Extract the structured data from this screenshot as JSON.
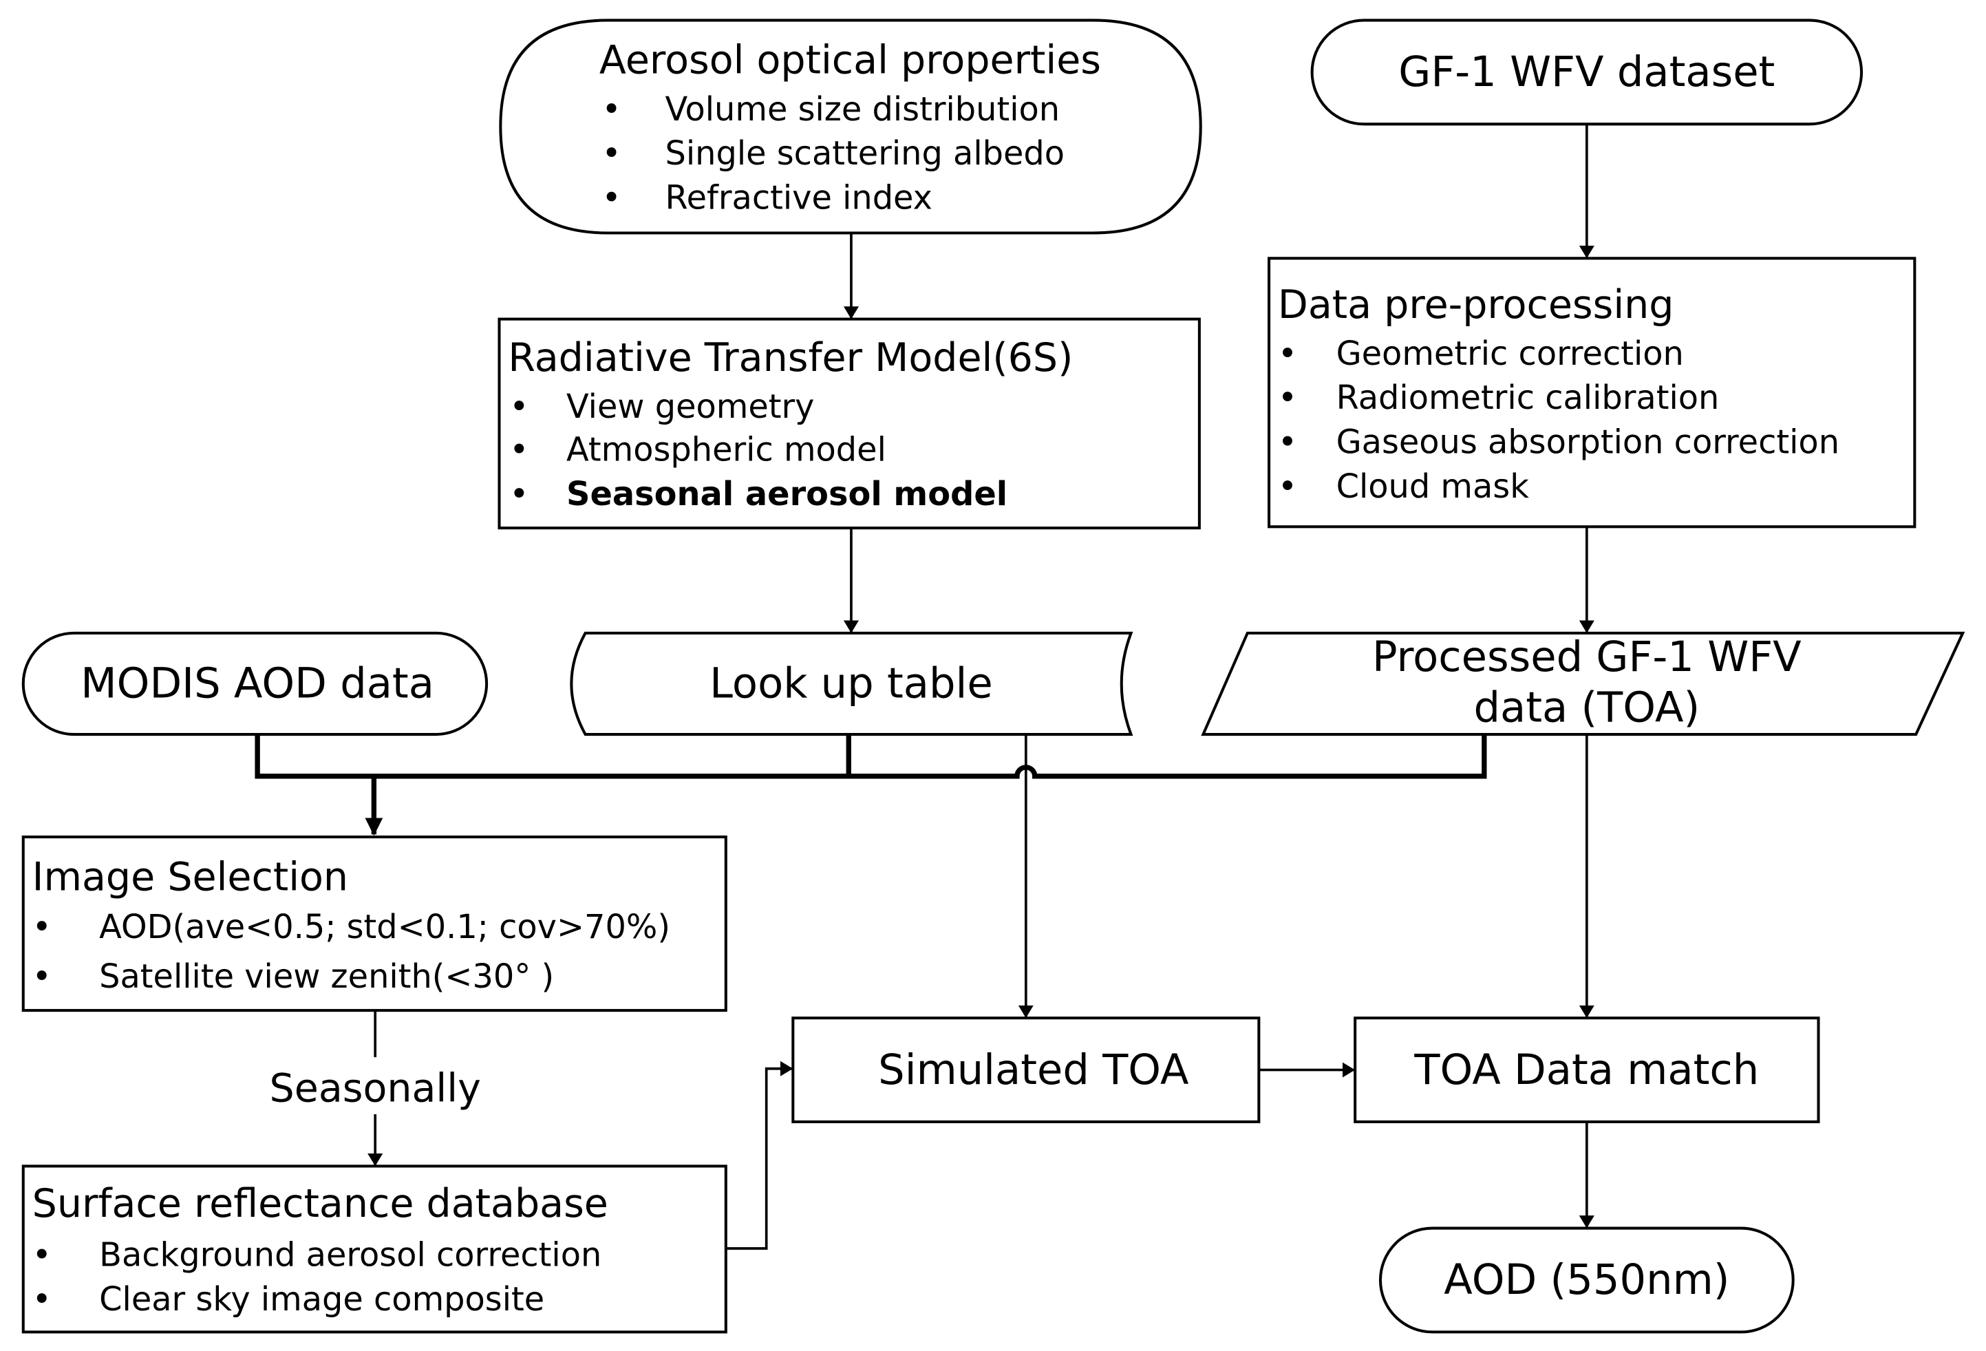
{
  "colors": {
    "stroke": "#000000",
    "background": "#ffffff"
  },
  "nodes": {
    "aerosol": {
      "title": "Aerosol optical properties",
      "items": [
        "Volume size distribution",
        "Single scattering albedo",
        "Refractive index"
      ]
    },
    "gf1": {
      "title": "GF-1 WFV dataset"
    },
    "rtm": {
      "title": "Radiative Transfer Model(6S)",
      "items": [
        "View geometry",
        "Atmospheric model",
        "Seasonal aerosol model"
      ]
    },
    "preprocessing": {
      "title": "Data pre-processing",
      "items": [
        "Geometric correction",
        "Radiometric calibration",
        "Gaseous absorption correction",
        "Cloud mask"
      ]
    },
    "modis": {
      "title": "MODIS AOD data"
    },
    "lut": {
      "title": "Look up table"
    },
    "processed": {
      "line1": "Processed GF-1 WFV",
      "line2": "data (TOA)"
    },
    "image_selection": {
      "title": "Image Selection",
      "items": [
        "AOD(ave<0.5; std<0.1; cov>70%)",
        "Satellite view zenith(<30° )"
      ]
    },
    "seasonally_label": "Seasonally",
    "surface": {
      "title": "Surface reflectance database",
      "items": [
        "Background aerosol correction",
        "Clear sky image composite"
      ]
    },
    "simulated": {
      "title": "Simulated TOA"
    },
    "match": {
      "title": "TOA Data match"
    },
    "aod": {
      "title": "AOD (550nm)"
    },
    "bullet": "•"
  }
}
